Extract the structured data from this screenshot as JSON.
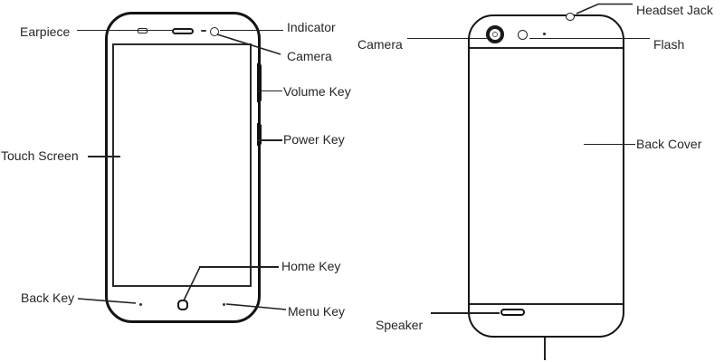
{
  "front_view": {
    "labels": {
      "earpiece": "Earpiece",
      "indicator": "Indicator",
      "camera": "Camera",
      "volume_key": "Volume Key",
      "power_key": "Power  Key",
      "touch_screen": "Touch Screen",
      "home_key": "Home Key",
      "back_key": "Back Key",
      "menu_key": "Menu  Key"
    }
  },
  "back_view": {
    "labels": {
      "headset_jack": "Headset Jack",
      "camera": "Camera",
      "flash": "Flash",
      "back_cover": "Back Cover",
      "speaker": "Speaker"
    }
  },
  "colors": {
    "stroke": "#1a1a1a",
    "text": "#262626",
    "background": "#ffffff"
  }
}
